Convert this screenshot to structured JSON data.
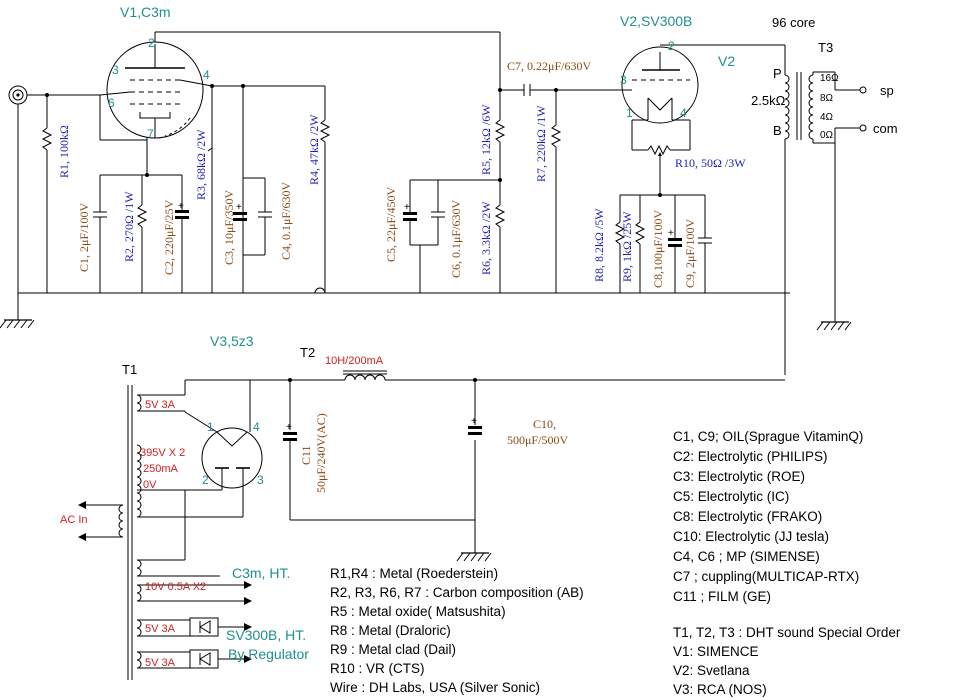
{
  "tubes": {
    "v1": "V1,C3m",
    "v2_title": "V2,SV300B",
    "v2_side": "V2",
    "v3": "V3,5z3"
  },
  "transformers": {
    "t1": "T1",
    "t2": "T2",
    "t3": "T3",
    "t3_core": "96 core",
    "t3_p": "P",
    "t3_b": "B",
    "t3_imp": "2.5kΩ",
    "t3_tap16": "16Ω",
    "t3_tap8": "8Ω",
    "t3_tap4": "4Ω",
    "t3_tap0": "0Ω",
    "sp": "sp",
    "com": "com"
  },
  "pins": {
    "v1_2": "2",
    "v1_3": "3",
    "v1_4": "4",
    "v1_6": "6",
    "v1_7": "7",
    "v2_2": "2",
    "v2_3": "3",
    "v2_1": "1",
    "v2_4": "4",
    "v3_1": "1",
    "v3_4": "4",
    "v3_2": "2",
    "v3_3": "3"
  },
  "components": {
    "r1": "R1, 100kΩ",
    "c1": "C1, 2μF/100V",
    "r2": "R2, 270Ω /1W",
    "c2": "C2, 220μF/25V",
    "r3": "R3, 68kΩ /2W",
    "c3": "C3, 10μF/350V",
    "c4": "C4, 0.1μF/630V",
    "r4": "R4, 47kΩ /2W",
    "c5": "C5, 22μF/450V",
    "c6": "C6, 0.1μF/630V",
    "r5": "R5, 12kΩ /6W",
    "r6": "R6, 3.3kΩ /2W",
    "c7": "C7, 0.22μF/630V",
    "r7": "R7, 220kΩ /1W",
    "r10": "R10, 50Ω /3W",
    "r8": "R8, 8.2kΩ /5W",
    "r9": "R9, 1kΩ /25W",
    "c8": "C8,100μF/100V",
    "c9": "C9, 2μF/100V",
    "c10_a": "C10,",
    "c10_b": "500μF/500V",
    "c11_a": "C11",
    "c11_b": "50μF/240V(AC)",
    "choke": "10H/200mA"
  },
  "power": {
    "w5v3a": "5V 3A",
    "hv_a": "395V X 2",
    "hv_b": "250mA",
    "hv_c": "0V",
    "ac_in": "AC In",
    "w10v": "10V 0.5A X2",
    "c3m_ht": "C3m, HT.",
    "sv_ht_a": "SV300B, HT.",
    "sv_ht_b": "By Regulator",
    "w5v3a_b": "5V 3A",
    "w5v3a_c": "5V 3A"
  },
  "notes_mid": [
    "R1,R4 : Metal (Roederstein)",
    "R2, R3, R6, R7 :  Carbon composition (AB)",
    "R5 : Metal oxide( Matsushita)",
    "R8 : Metal (Draloric)",
    "R9 : Metal clad (Dail)",
    "R10 : VR (CTS)",
    "Wire : DH Labs, USA (Silver Sonic)"
  ],
  "notes_right": [
    "C1, C9; OIL(Sprague VitaminQ)",
    "C2: Electrolytic (PHILIPS)",
    "C3: Electrolytic (ROE)",
    "C5: Electrolytic (IC)",
    "C8: Electrolytic (FRAKO)",
    "C10: Electrolytic (JJ tesla)",
    "C4, C6 ; MP (SIMENSE)",
    "C7 ;  cuppling(MULTICAP-RTX)",
    "C11 ; FILM (GE)",
    "",
    "T1, T2, T3 : DHT sound Special Order",
    "V1: SIMENCE",
    "V2: Svetlana",
    "V3: RCA (NOS)"
  ]
}
